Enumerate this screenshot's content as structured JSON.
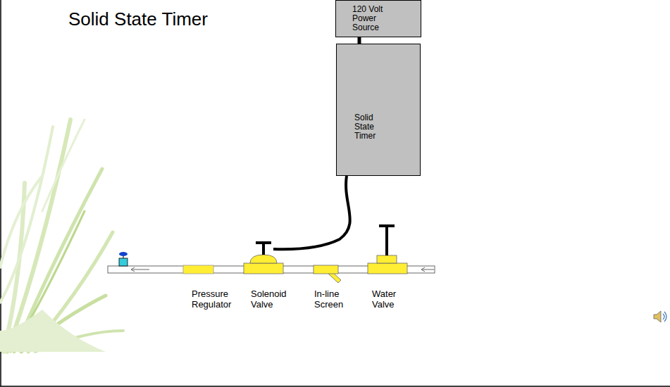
{
  "diagram": {
    "title": "Solid State Timer",
    "nodes": [
      {
        "text": [
          "120 Volt Power Source"
        ]
      },
      {
        "text": [
          "Solid State Timer"
        ]
      }
    ],
    "edges": [
      {
        "from": 0,
        "to": 1,
        "arrow": "none"
      }
    ],
    "labels": [
      "Pressure Regulator",
      "Solenoid Valve",
      "In-line Screen",
      "Water Valve"
    ]
  }
}
